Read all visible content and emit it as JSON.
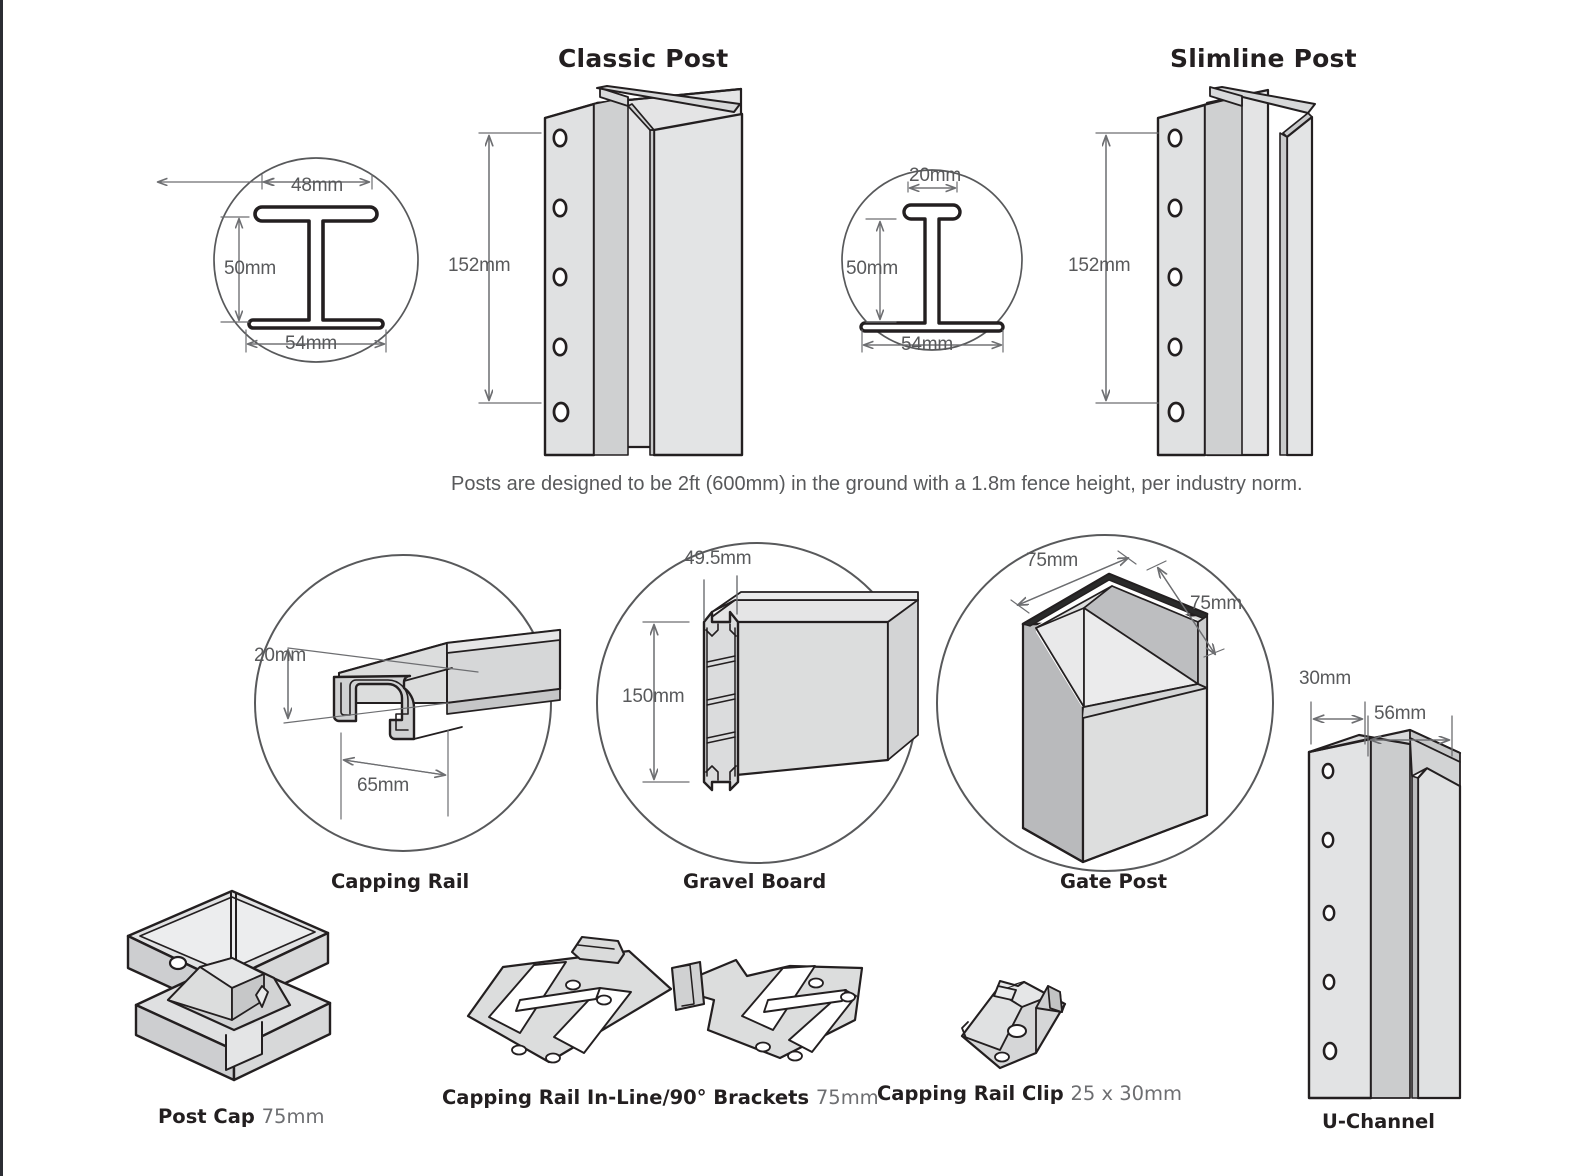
{
  "page": {
    "background": "#ffffff",
    "edge_accent": "#2b2d33",
    "line_color": "#231f20",
    "dim_text_color": "#58595b",
    "label_color": "#231f20",
    "fill_light": "#e3e3e4",
    "fill_mid": "#cfd0d1",
    "fill_dark": "#b3b4b6"
  },
  "headings": {
    "classic_post": "Classic Post",
    "slimline_post": "Slimline Post"
  },
  "note": "Posts are designed to be 2ft (600mm) in the ground with a 1.8m fence height, per industry norm.",
  "classic_post": {
    "cross_section": {
      "flange_top_width": "48mm",
      "web_height": "50mm",
      "flange_bottom_width": "54mm"
    },
    "profile_height": "152mm"
  },
  "slimline_post": {
    "cross_section": {
      "flange_top_width": "20mm",
      "web_height": "50mm",
      "flange_bottom_width": "54mm"
    },
    "profile_height": "152mm"
  },
  "capping_rail": {
    "label": "Capping Rail",
    "height": "20mm",
    "width": "65mm"
  },
  "gravel_board": {
    "label": "Gravel Board",
    "thickness": "49.5mm",
    "height": "150mm"
  },
  "gate_post": {
    "label": "Gate Post",
    "width": "75mm",
    "depth": "75mm"
  },
  "u_channel": {
    "label": "U-Channel",
    "flange_width": "30mm",
    "web_width": "56mm"
  },
  "post_cap": {
    "label": "Post Cap",
    "size": "75mm"
  },
  "brackets": {
    "label": "Capping Rail In-Line/90° Brackets",
    "size": "75mm"
  },
  "clip": {
    "label": "Capping Rail Clip",
    "size": "25 x 30mm"
  }
}
